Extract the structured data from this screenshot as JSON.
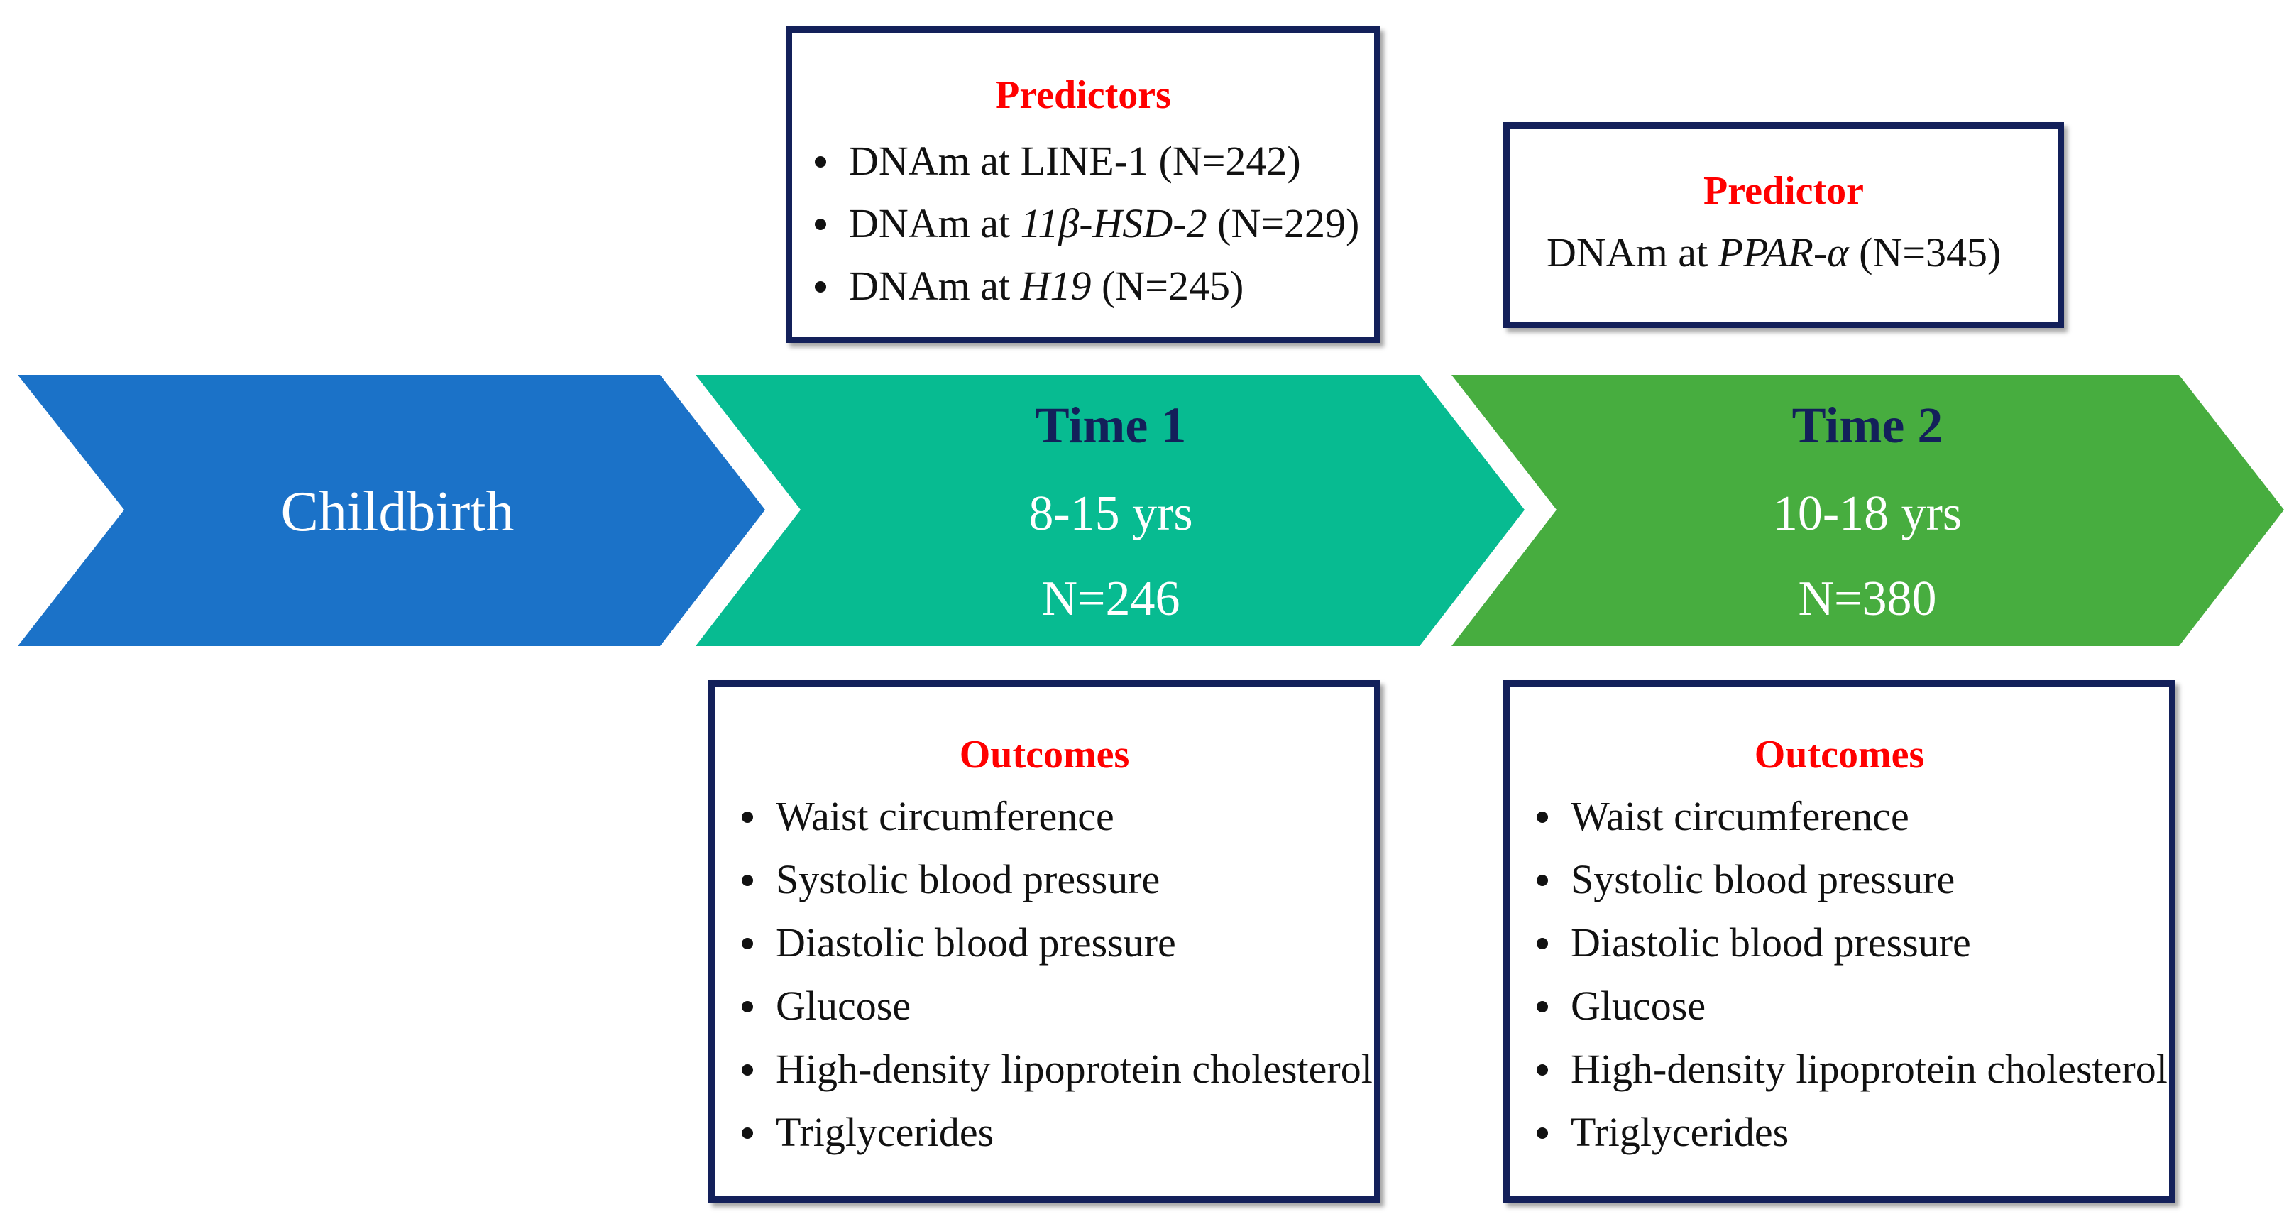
{
  "colors": {
    "childbirth_fill": "#1b72c8",
    "time1_fill": "#07bb91",
    "time2_fill": "#47ad3f",
    "box_border": "#13205a",
    "heading_red": "#ff0000",
    "time_title_navy": "#13205a"
  },
  "timeline": {
    "childbirth": {
      "label": "Childbirth"
    },
    "time1": {
      "title": "Time 1",
      "age": "8-15 yrs",
      "n": "N=246"
    },
    "time2": {
      "title": "Time 2",
      "age": "10-18 yrs",
      "n": "N=380"
    }
  },
  "predictors_box": {
    "heading": "Predictors",
    "items": [
      {
        "prefix": "DNAm at ",
        "gene": "LINE-1",
        "suffix": " (N=242)"
      },
      {
        "prefix": "DNAm at ",
        "gene": "11β-HSD-2",
        "suffix": " (N=229)"
      },
      {
        "prefix": "DNAm at ",
        "gene": "H19",
        "suffix": " (N=245)"
      }
    ]
  },
  "predictor_box": {
    "heading": "Predictor",
    "prefix": "DNAm at ",
    "gene": "PPAR-α",
    "suffix": " (N=345)"
  },
  "outcomes_time1": {
    "heading": "Outcomes",
    "items": [
      "Waist circumference",
      "Systolic blood pressure",
      "Diastolic blood pressure",
      "Glucose",
      "High-density lipoprotein cholesterol",
      "Triglycerides"
    ]
  },
  "outcomes_time2": {
    "heading": "Outcomes",
    "items": [
      "Waist circumference",
      "Systolic blood pressure",
      "Diastolic blood pressure",
      "Glucose",
      "High-density lipoprotein cholesterol",
      "Triglycerides"
    ]
  }
}
